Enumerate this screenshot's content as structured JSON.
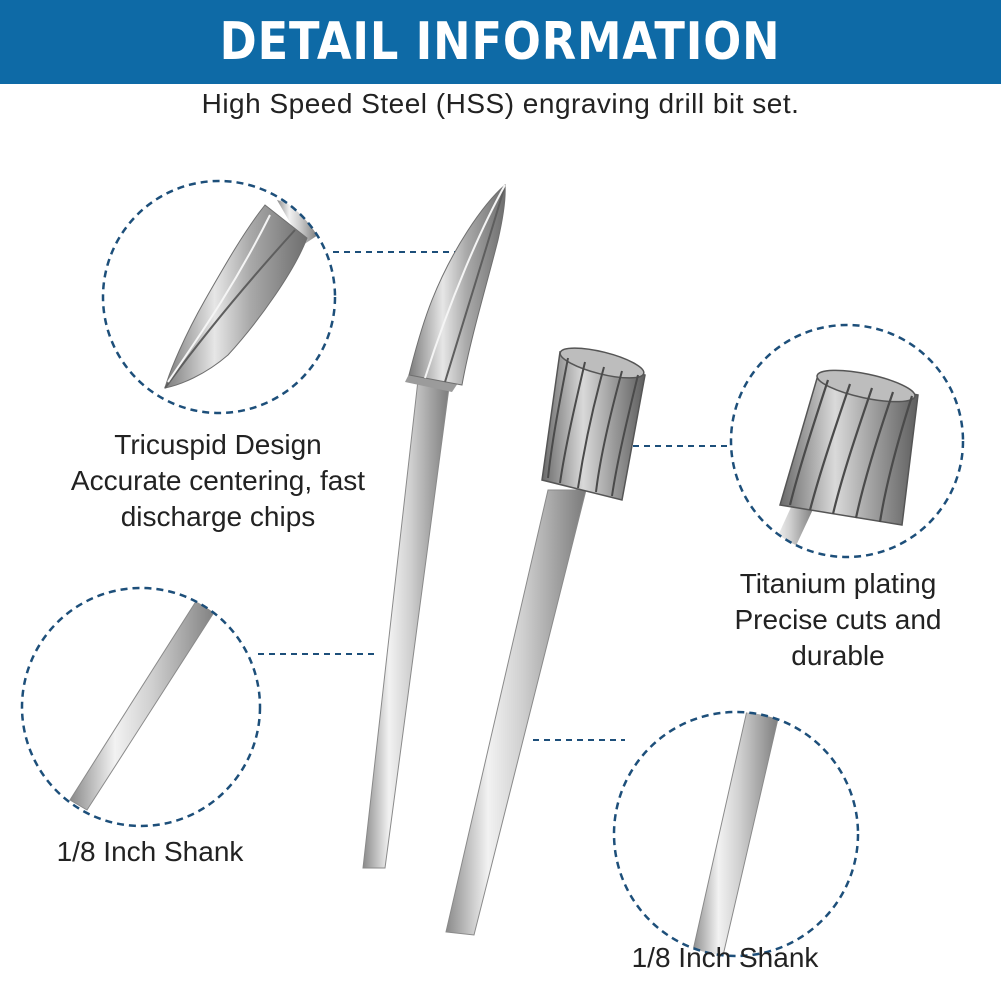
{
  "header": {
    "title": "DETAIL INFORMATION"
  },
  "subtitle": "High Speed Steel (HSS) engraving drill bit set.",
  "features": [
    {
      "title": "Tricuspid Design",
      "lines": [
        "Accurate centering, fast",
        "discharge chips"
      ]
    },
    {
      "title": "Titanium plating",
      "lines": [
        "Precise cuts and",
        "durable"
      ]
    },
    {
      "title": "1/8 Inch Shank",
      "lines": []
    },
    {
      "title": "1/8 Inch Shank",
      "lines": []
    }
  ],
  "colors": {
    "banner": "#0e6aa6",
    "dashed_circle": "#1d4f7a",
    "steel_light": "#eeeeee",
    "steel_dark": "#7d7d7d"
  },
  "icons": [
    "bullet-burr-bit-image",
    "cylinder-burr-bit-image",
    "zoom-circle-bullet-tip",
    "zoom-circle-cylinder-head",
    "zoom-circle-shank-left",
    "zoom-circle-shank-right"
  ]
}
